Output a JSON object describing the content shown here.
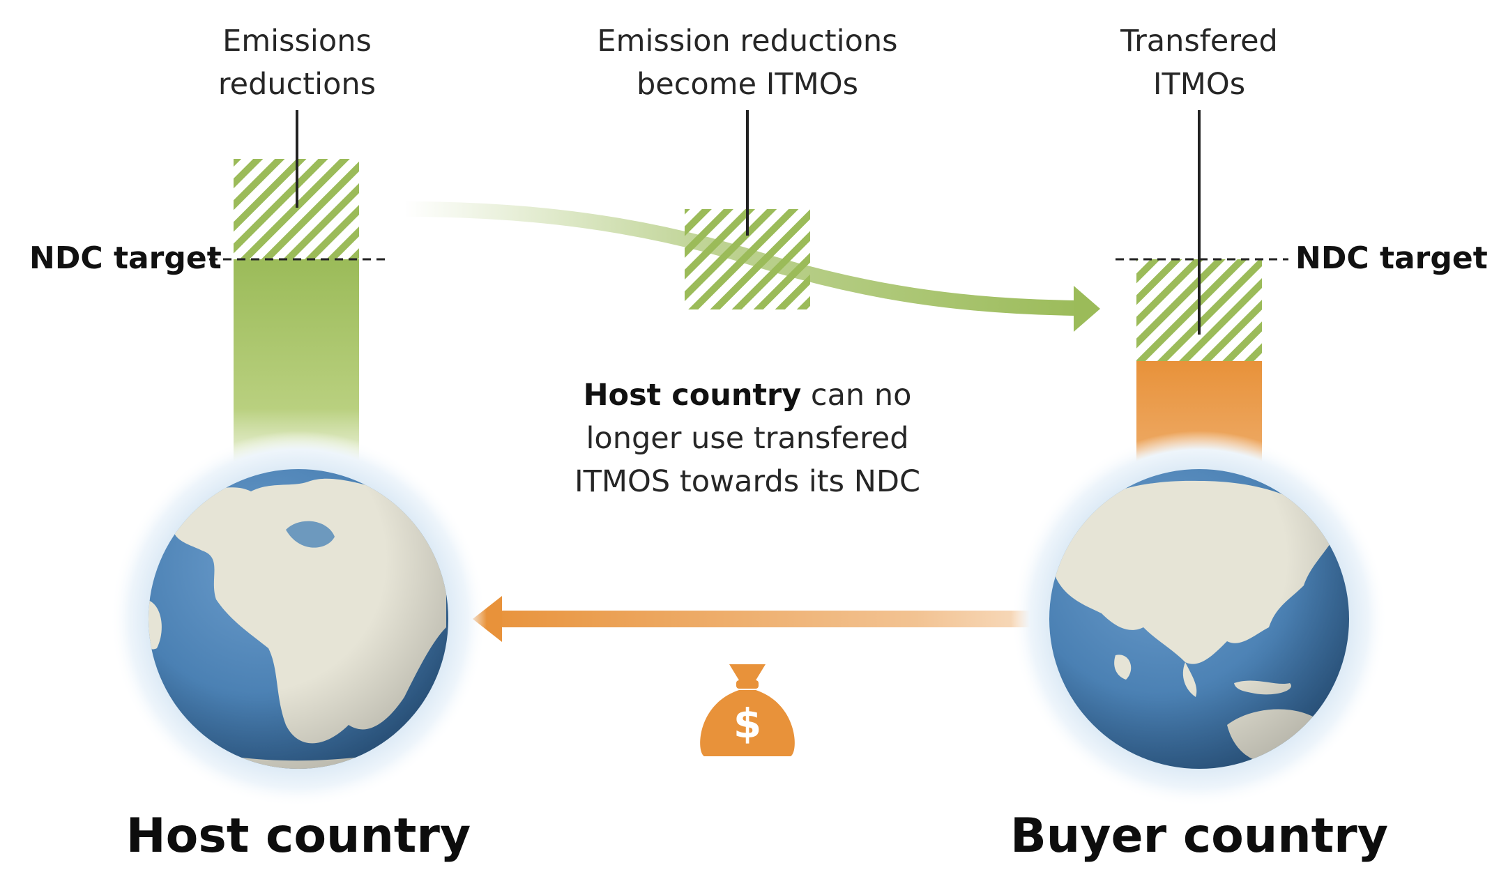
{
  "labels": {
    "emissions_reductions": [
      "Emissions",
      "reductions"
    ],
    "become_itmos": [
      "Emission reductions",
      "become ITMOs"
    ],
    "transferred_itmos": [
      "Transfered",
      "ITMOs"
    ]
  },
  "ndc_target_left": "NDC target",
  "ndc_target_right": "NDC target",
  "note": {
    "bold": "Host country",
    "rest_line1": " can no",
    "line2": "longer use transfered",
    "line3": "ITMOS towards its NDC"
  },
  "host_country": "Host country",
  "buyer_country": "Buyer country",
  "icons": {
    "money": "money-bag-icon",
    "globe_left": "globe-europe-africa-icon",
    "globe_right": "globe-asia-australia-icon"
  },
  "colors": {
    "green": "#9bbb59",
    "green_dark": "#8aad45",
    "orange": "#e8923a",
    "ocean": "#4f86b8",
    "land": "#e6e4d6"
  },
  "currency_symbol": "$"
}
